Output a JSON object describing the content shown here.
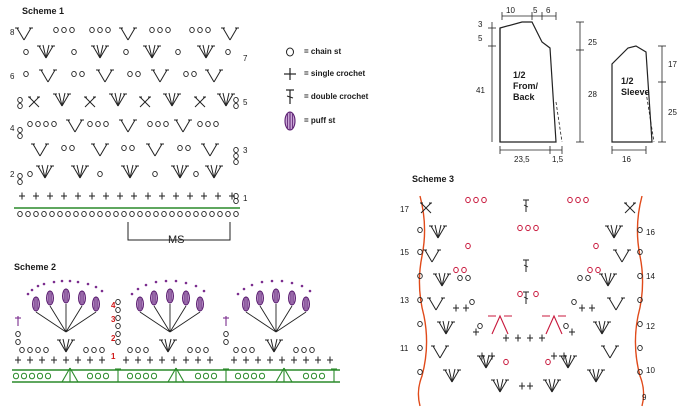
{
  "scheme1": {
    "title": "Scheme 1",
    "rows_left": [
      "8",
      "6",
      "4",
      "2"
    ],
    "rows_right": [
      "7",
      "5",
      "3",
      "1"
    ],
    "repeat_label": "MS"
  },
  "legend": {
    "items": [
      {
        "icon": "chain-st-icon",
        "label": "= chain st"
      },
      {
        "icon": "single-crochet-icon",
        "label": "= single crochet"
      },
      {
        "icon": "double-crochet-icon",
        "label": "= double crochet"
      },
      {
        "icon": "puff-st-icon",
        "label": "= puff st"
      }
    ]
  },
  "schematic": {
    "front": {
      "label_line1": "1/2",
      "label_line2": "From/",
      "label_line3": "Back",
      "dims": {
        "top_left": "10",
        "top_mid": "5",
        "top_right": "6",
        "neck_drop": "3",
        "shoulder": "5",
        "height": "41",
        "bottom": "23,5",
        "bottom_right": "1,5",
        "right_top": "25",
        "right_bottom": "28"
      }
    },
    "sleeve": {
      "label_line1": "1/2",
      "label_line2": "Sleeve",
      "dims": {
        "top": "17",
        "side": "25",
        "bottom": "16"
      }
    }
  },
  "scheme2": {
    "title": "Scheme 2",
    "step_numbers": [
      "4",
      "3",
      "2",
      "1"
    ],
    "accent": "#7b2d8e",
    "step_color": "#d01818"
  },
  "scheme3": {
    "title": "Scheme 3",
    "rows_left": [
      "17",
      "15",
      "13",
      "11"
    ],
    "rows_right": [
      "16",
      "14",
      "12",
      "10",
      "9"
    ],
    "edge_color": "#e04a1a",
    "accent": "#c8183c"
  }
}
